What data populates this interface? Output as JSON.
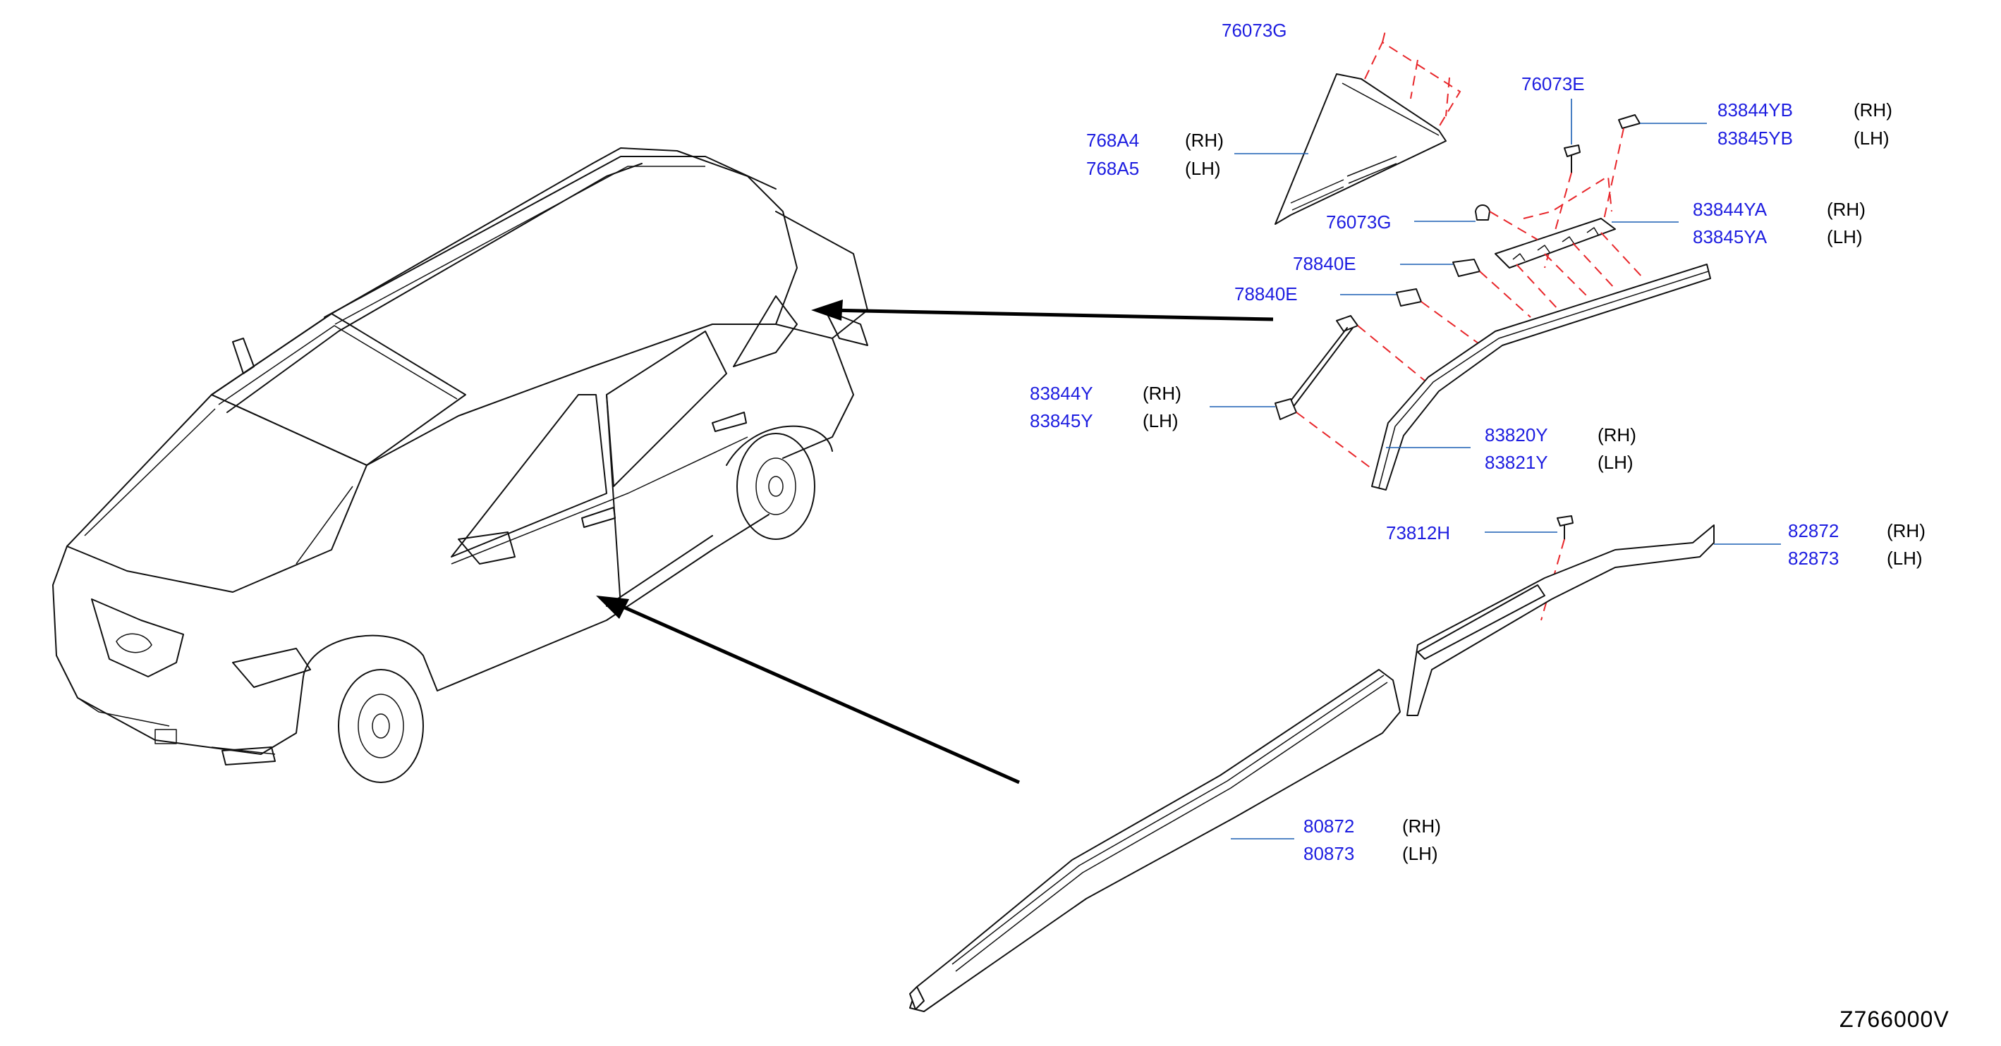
{
  "diagram_code": "Z766000V",
  "colors": {
    "part_number": "#1d1de0",
    "side_label": "#000000",
    "phantom_line": "#e8262a",
    "leader_line": "#1a5fb4"
  },
  "callouts": [
    {
      "id": "c-76073g-top",
      "numbers": [
        "76073G"
      ],
      "sides": []
    },
    {
      "id": "c-76073e",
      "numbers": [
        "76073E"
      ],
      "sides": []
    },
    {
      "id": "c-83844yb",
      "numbers": [
        "83844YB",
        "83845YB"
      ],
      "sides": [
        "(RH)",
        "(LH)"
      ]
    },
    {
      "id": "c-768a4",
      "numbers": [
        "768A4",
        "768A5"
      ],
      "sides": [
        "(RH)",
        "(LH)"
      ]
    },
    {
      "id": "c-83844ya",
      "numbers": [
        "83844YA",
        "83845YA"
      ],
      "sides": [
        "(RH)",
        "(LH)"
      ]
    },
    {
      "id": "c-76073g-mid",
      "numbers": [
        "76073G"
      ],
      "sides": []
    },
    {
      "id": "c-78840e-a",
      "numbers": [
        "78840E"
      ],
      "sides": []
    },
    {
      "id": "c-78840e-b",
      "numbers": [
        "78840E"
      ],
      "sides": []
    },
    {
      "id": "c-83844y",
      "numbers": [
        "83844Y",
        "83845Y"
      ],
      "sides": [
        "(RH)",
        "(LH)"
      ]
    },
    {
      "id": "c-83820y",
      "numbers": [
        "83820Y",
        "83821Y"
      ],
      "sides": [
        "(RH)",
        "(LH)"
      ]
    },
    {
      "id": "c-73812h",
      "numbers": [
        "73812H"
      ],
      "sides": []
    },
    {
      "id": "c-82872",
      "numbers": [
        "82872",
        "82873"
      ],
      "sides": [
        "(RH)",
        "(LH)"
      ]
    },
    {
      "id": "c-80872",
      "numbers": [
        "80872",
        "80873"
      ],
      "sides": [
        "(RH)",
        "(LH)"
      ]
    }
  ]
}
